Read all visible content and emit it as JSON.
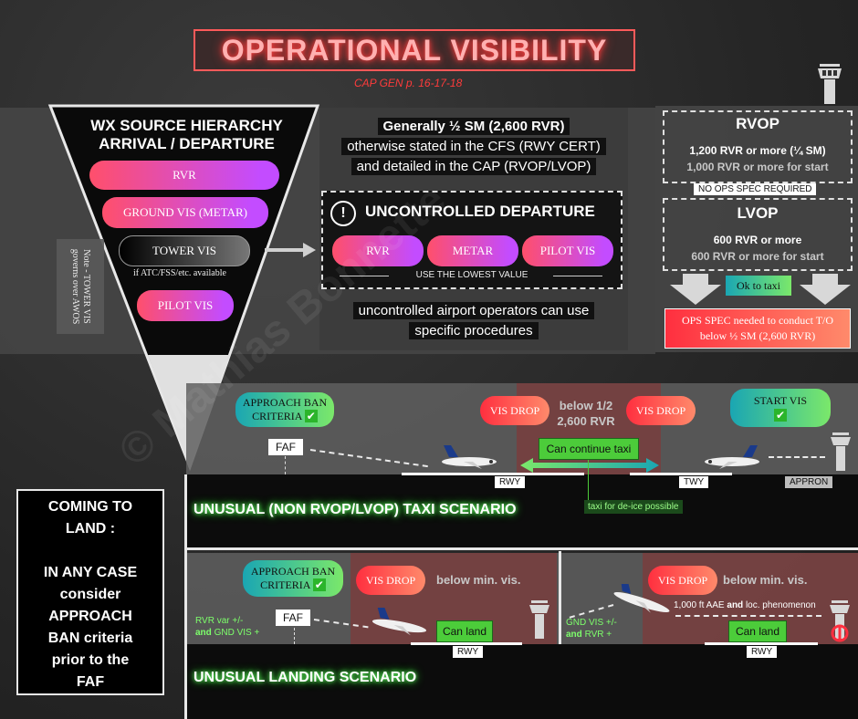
{
  "header": {
    "title": "OPERATIONAL VISIBILITY",
    "subtitle": "CAP GEN p. 16-17-18"
  },
  "hierarchy": {
    "heading_line1": "WX SOURCE HIERARCHY",
    "heading_line2": "ARRIVAL / DEPARTURE",
    "items": [
      "RVR",
      "GROUND VIS (METAR)",
      "TOWER VIS",
      "PILOT VIS"
    ],
    "tower_note": "if ATC/FSS/etc. available",
    "side_note_line1": "Note - TOWER VIS",
    "side_note_line2": "governs over AWOS"
  },
  "departure": {
    "general_line1": "Generally ½ SM (2,600 RVR)",
    "general_line2": "otherwise stated in the CFS (RWY CERT)",
    "general_line3": "and detailed in the CAP (RVOP/LVOP)",
    "uncontrolled_icon": "!",
    "uncontrolled_title": "UNCONTROLLED DEPARTURE",
    "pills": [
      "RVR",
      "METAR",
      "PILOT VIS"
    ],
    "lowest_value": "USE THE LOWEST VALUE",
    "operators_line1": "uncontrolled airport operators can use",
    "operators_line2": "specific procedures"
  },
  "rvop": {
    "title": "RVOP",
    "line1": "1,200 RVR or more (¼ SM)",
    "line2": "1,000 RVR or more for start",
    "no_ops_spec": "NO OPS SPEC REQUIRED",
    "lvop_title": "LVOP",
    "lvop_line1": "600 RVR or more",
    "lvop_line2": "600 RVR or more for start",
    "ok_taxi": "Ok to taxi",
    "ops_spec_line1": "OPS SPEC needed to conduct T/O",
    "ops_spec_line2": "below ½ SM (2,600 RVR)"
  },
  "taxi": {
    "approach_ban_line1": "APPROACH BAN",
    "approach_ban_line2": "CRITERIA",
    "check": "✔",
    "faf": "FAF",
    "vis_drop": "VIS DROP",
    "below_line1": "below 1/2",
    "below_line2": "2,600 RVR",
    "can_continue": "Can continue taxi",
    "start_vis": "START VIS",
    "rwy": "RWY",
    "twy": "TWY",
    "apron": "APPRON",
    "deice": "taxi for de-ice possible",
    "scenario_title": "UNUSUAL (NON RVOP/LVOP) TAXI SCENARIO"
  },
  "landing_note": {
    "line1": "COMING TO",
    "line2": "LAND :",
    "line3": "IN ANY CASE",
    "line4": "consider",
    "line5": "APPROACH",
    "line6": "BAN criteria",
    "line7": "prior to the",
    "line8": "FAF"
  },
  "landing": {
    "approach_ban_line1": "APPROACH BAN",
    "approach_ban_line2": "CRITERIA",
    "check": "✔",
    "faf": "FAF",
    "vis_drop": "VIS DROP",
    "below_min": "below min. vis.",
    "rvr_var_line1": "RVR var +/-",
    "rvr_var_line2_bold": "and",
    "rvr_var_line2_rest": "GND VIS +",
    "can_land": "Can land",
    "rwy": "RWY",
    "gnd_vis_line1": "GND VIS +/-",
    "gnd_vis_line2_bold": "and",
    "gnd_vis_line2_rest": "RVR +",
    "aae_note_a": "1,000 ft AAE",
    "aae_note_b": "and",
    "aae_note_c": "loc. phenomenon",
    "scenario_title": "UNUSUAL LANDING SCENARIO"
  },
  "watermark": "© Mathias Bonnette",
  "colors": {
    "title_red": "#ff3b3b",
    "pill_pink": "#ff4f6b",
    "pill_purple": "#c34cff",
    "green_glow": "#2aff2a",
    "teal": "#1aa6b3"
  }
}
